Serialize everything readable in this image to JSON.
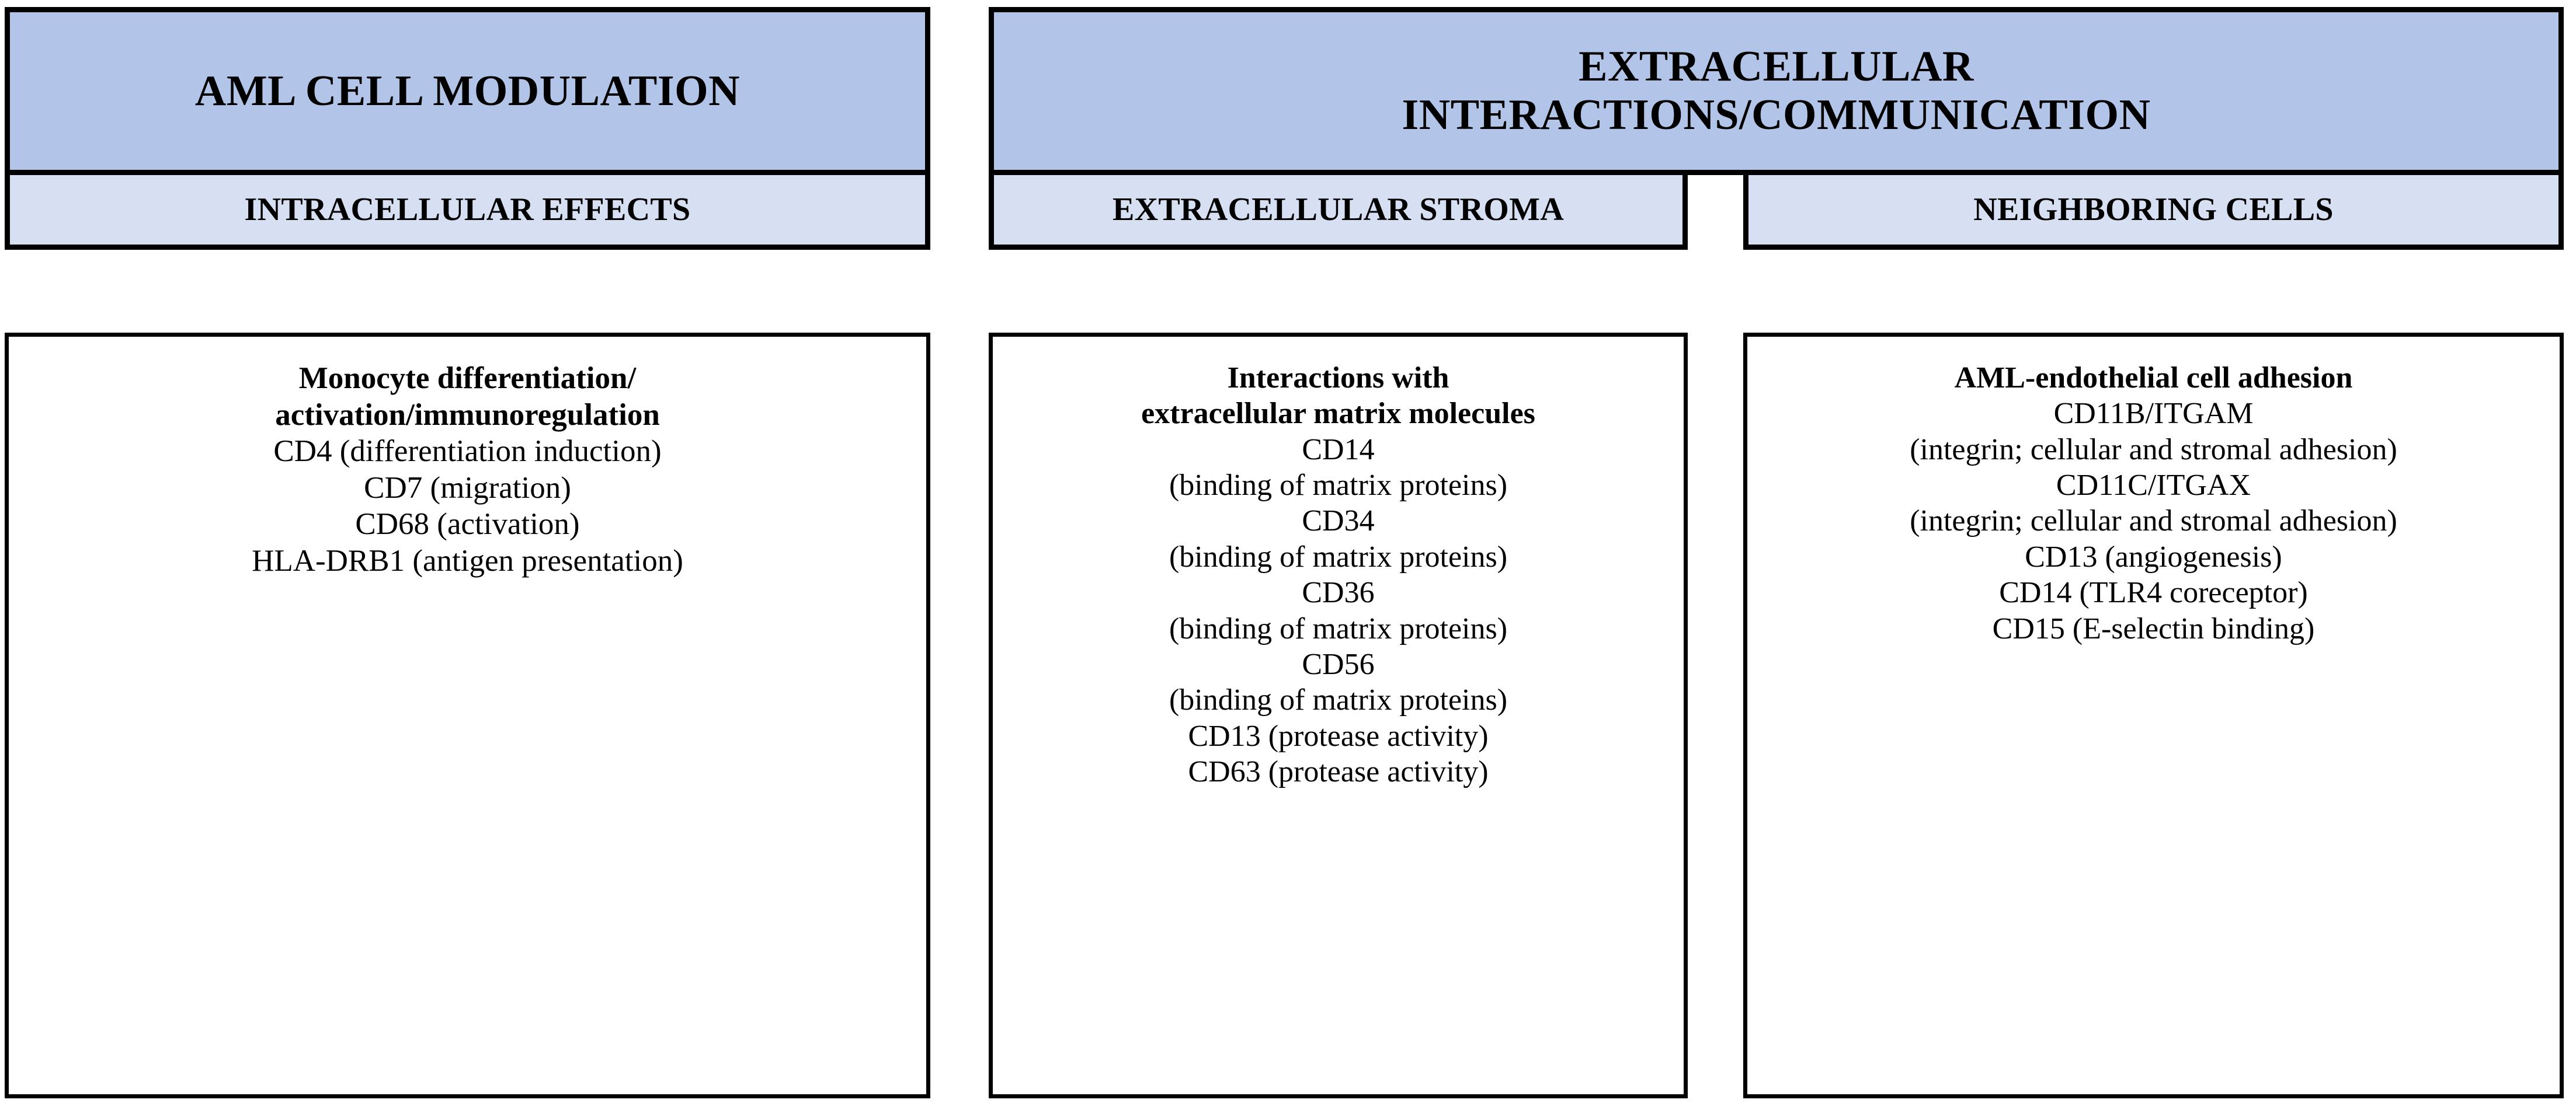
{
  "headers": {
    "left_main": "AML CELL MODULATION",
    "left_sub": "INTRACELLULAR EFFECTS",
    "right_main_line1": "EXTRACELLULAR",
    "right_main_line2": "INTERACTIONS/COMMUNICATION",
    "middle_sub": "EXTRACELLULAR STROMA",
    "right_sub": "NEIGHBORING CELLS"
  },
  "colors": {
    "header_main_fill": "#b2c5e8",
    "header_sub_fill": "#d7e0f2",
    "border": "#000000",
    "box_fill": "#ffffff",
    "text": "#000000"
  },
  "boxes": {
    "intracellular_effects": {
      "title_lines": [
        "Monocyte differentiation/",
        "activation/immunoregulation"
      ],
      "entries": [
        "CD4 (differentiation induction)",
        "CD7 (migration)",
        "CD68 (activation)",
        "HLA-DRB1 (antigen presentation)"
      ]
    },
    "extracellular_stroma": {
      "title_lines": [
        "Interactions with",
        "extracellular matrix molecules"
      ],
      "entries": [
        "CD14",
        "(binding of matrix proteins)",
        "CD34",
        "(binding of matrix proteins)",
        "CD36",
        "(binding of matrix proteins)",
        "CD56",
        "(binding of matrix proteins)",
        "CD13 (protease activity)",
        "CD63 (protease activity)"
      ]
    },
    "neighboring_cells": {
      "title_lines": [
        "AML-endothelial cell adhesion"
      ],
      "entries": [
        "CD11B/ITGAM",
        "(integrin; cellular and stromal adhesion)",
        "CD11C/ITGAX",
        "(integrin; cellular and stromal adhesion)",
        "CD13 (angiogenesis)",
        "CD14 (TLR4 coreceptor)",
        "CD15 (E-selectin binding)"
      ]
    }
  }
}
